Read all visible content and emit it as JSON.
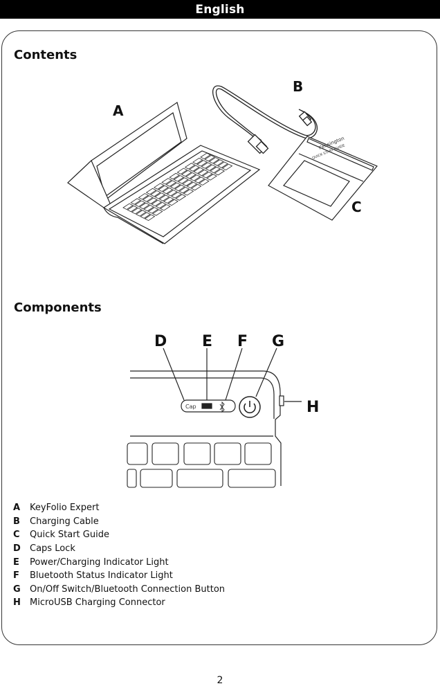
{
  "header": {
    "language": "English"
  },
  "sections": {
    "contents_title": "Contents",
    "components_title": "Components"
  },
  "callouts": {
    "a": "A",
    "b": "B",
    "c": "C",
    "d": "D",
    "e": "E",
    "f": "F",
    "g": "G",
    "h": "H"
  },
  "illustration_text": {
    "brand_on_guide": "Kensington",
    "guide_title": "QUICK START GUIDE",
    "caps_lock_label": "Cap"
  },
  "legend": [
    {
      "letter": "A",
      "text": "KeyFolio Expert"
    },
    {
      "letter": "B",
      "text": "Charging Cable"
    },
    {
      "letter": "C",
      "text": "Quick Start Guide"
    },
    {
      "letter": "D",
      "text": "Caps Lock"
    },
    {
      "letter": "E",
      "text": "Power/Charging Indicator Light"
    },
    {
      "letter": "F",
      "text": "Bluetooth Status Indicator Light"
    },
    {
      "letter": "G",
      "text": "On/Off Switch/Bluetooth Connection Button"
    },
    {
      "letter": "H",
      "text": "MicroUSB Charging Connector"
    }
  ],
  "footer": {
    "page_number": "2"
  }
}
